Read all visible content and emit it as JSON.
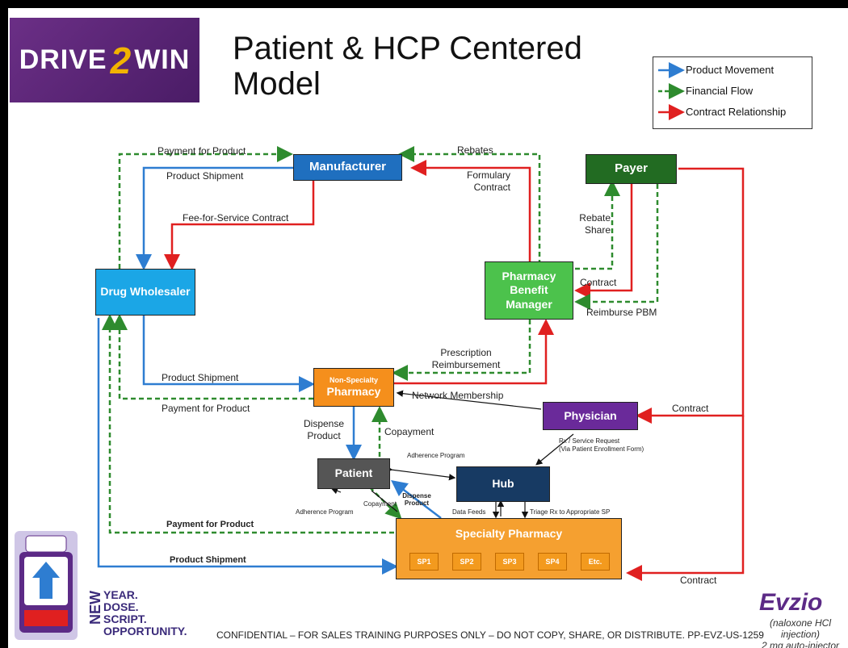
{
  "logo": {
    "left": "DRIVE",
    "two": "2",
    "right": "WIN"
  },
  "title": "Patient & HCP Centered Model",
  "legend": {
    "product_movement": "Product Movement",
    "financial_flow": "Financial Flow",
    "contract_relationship": "Contract Relationship"
  },
  "colors": {
    "product": "#2e7dd1",
    "financial": "#2e8b2e",
    "contract": "#e02020"
  },
  "nodes": {
    "manufacturer": "Manufacturer",
    "payer": "Payer",
    "drug_wholesaler": "Drug Wholesaler",
    "pbm": "Pharmacy Benefit Manager",
    "non_specialty_top": "Non-Specialty",
    "non_specialty_bottom": "Pharmacy",
    "physician": "Physician",
    "patient": "Patient",
    "hub": "Hub",
    "specialty_pharmacy": "Specialty Pharmacy",
    "sp_items": [
      "SP1",
      "SP2",
      "SP3",
      "SP4",
      "Etc."
    ]
  },
  "labels": {
    "payment_for_product_top": "Payment for Product",
    "product_shipment_top": "Product Shipment",
    "rebates": "Rebates",
    "formulary_contract": "Formulary Contract",
    "fee_for_service": "Fee-for-Service Contract",
    "rebate_share": "Rebate Share",
    "contract_pbm": "Contract",
    "reimburse_pbm": "Reimburse PBM",
    "prescription_reimbursement": "Prescription Reimbursement",
    "product_shipment_mid": "Product Shipment",
    "payment_for_product_mid": "Payment for Product",
    "network_membership": "Network Membership",
    "contract_physician": "Contract",
    "dispense_product": "Dispense Product",
    "copayment": "Copayment",
    "rx_service_request": "Rx / Service Request",
    "via_enrollment": "(Via Patient Enrollment Form)",
    "adherence_program_top": "Adherence Program",
    "adherence_program_left": "Adherence Program",
    "copayment_small": "Copayment",
    "dispense_product_small": "Dispense Product",
    "data_feeds": "Data Feeds",
    "triage": "Triage Rx to Appropriate SP",
    "payment_for_product_bottom": "Payment for Product",
    "product_shipment_bottom": "Product Shipment",
    "contract_bottom": "Contract"
  },
  "footer": "CONFIDENTIAL – FOR SALES TRAINING PURPOSES ONLY – DO NOT COPY, SHARE, OR DISTRIBUTE. PP-EVZ-US-1259",
  "tagline": {
    "new": "NEW",
    "year": "YEAR.",
    "dose": "DOSE.",
    "script": "SCRIPT.",
    "opportunity": "OPPORTUNITY."
  },
  "brand": {
    "name": "Evzio",
    "sub1": "(naloxone HCl injection)",
    "sub2": "2 mg auto-injector"
  }
}
